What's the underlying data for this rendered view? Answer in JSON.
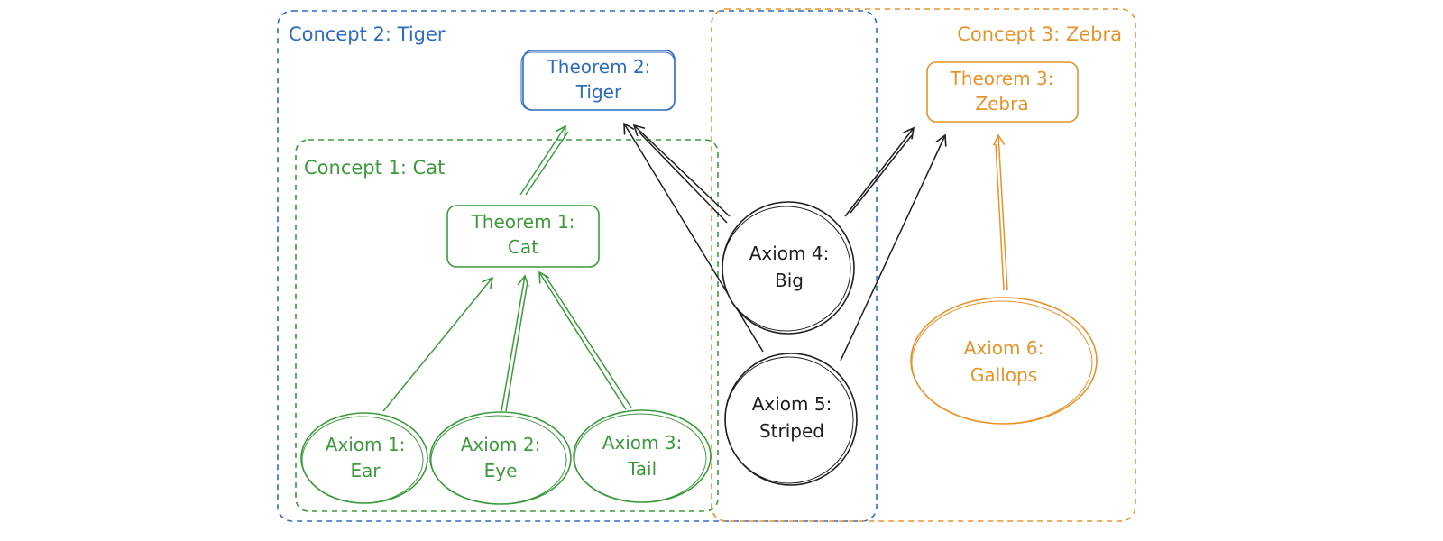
{
  "colors": {
    "blue": "#2f6bbf",
    "green": "#3c9a3c",
    "orange": "#e8922a",
    "black": "#1e1e1e"
  },
  "concepts": [
    {
      "id": "c2",
      "label": "Concept 2: Tiger",
      "color": "blue"
    },
    {
      "id": "c1",
      "label": "Concept 1: Cat",
      "color": "green"
    },
    {
      "id": "c3",
      "label": "Concept 3: Zebra",
      "color": "orange"
    }
  ],
  "nodes": {
    "theorem_2": {
      "line1": "Theorem 2:",
      "line2": "Tiger"
    },
    "theorem_1": {
      "line1": "Theorem 1:",
      "line2": "Cat"
    },
    "theorem_3": {
      "line1": "Theorem 3:",
      "line2": "Zebra"
    },
    "axiom_1": {
      "line1": "Axiom 1:",
      "line2": "Ear"
    },
    "axiom_2": {
      "line1": "Axiom 2:",
      "line2": "Eye"
    },
    "axiom_3": {
      "line1": "Axiom 3:",
      "line2": "Tail"
    },
    "axiom_4": {
      "line1": "Axiom 4:",
      "line2": "Big"
    },
    "axiom_5": {
      "line1": "Axiom 5:",
      "line2": "Striped"
    },
    "axiom_6": {
      "line1": "Axiom 6:",
      "line2": "Gallops"
    }
  },
  "edges": [
    {
      "from": "Axiom 1: Ear",
      "to": "Theorem 1: Cat"
    },
    {
      "from": "Axiom 2: Eye",
      "to": "Theorem 1: Cat"
    },
    {
      "from": "Axiom 3: Tail",
      "to": "Theorem 1: Cat"
    },
    {
      "from": "Theorem 1: Cat",
      "to": "Theorem 2: Tiger"
    },
    {
      "from": "Axiom 4: Big",
      "to": "Theorem 2: Tiger"
    },
    {
      "from": "Axiom 5: Striped",
      "to": "Theorem 2: Tiger"
    },
    {
      "from": "Axiom 4: Big",
      "to": "Theorem 3: Zebra"
    },
    {
      "from": "Axiom 5: Striped",
      "to": "Theorem 3: Zebra"
    },
    {
      "from": "Axiom 6: Gallops",
      "to": "Theorem 3: Zebra"
    }
  ]
}
